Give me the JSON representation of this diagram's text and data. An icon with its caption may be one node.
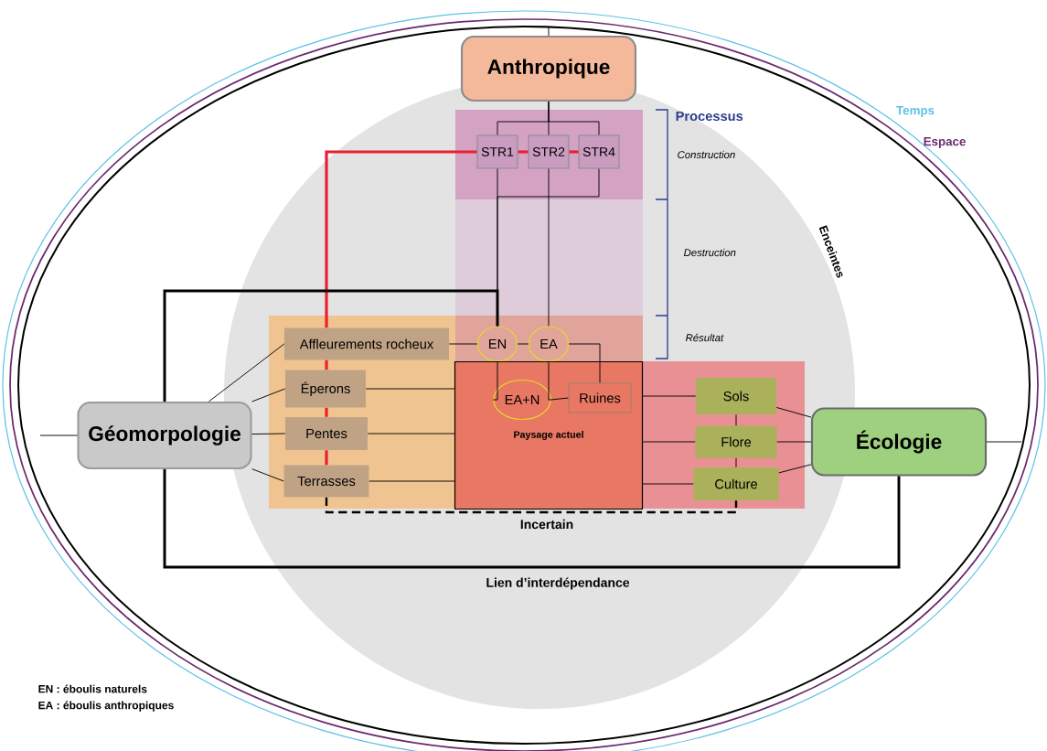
{
  "diagram": {
    "nodes": [
      {
        "text": [
          "Anthropique"
        ]
      },
      {
        "text": [
          "STR1"
        ]
      },
      {
        "text": [
          "STR2"
        ]
      },
      {
        "text": [
          "STR4"
        ]
      },
      {
        "text": [
          "Affleurements rocheux"
        ]
      },
      {
        "text": [
          "EN"
        ]
      },
      {
        "text": [
          "EA"
        ]
      },
      {
        "text": [
          "Paysage actuel"
        ]
      },
      {
        "text": [
          "EA+N"
        ],
        "in": 7
      },
      {
        "text": [
          "Ruines"
        ],
        "in": 7
      },
      {
        "text": [
          "Éperons"
        ]
      },
      {
        "text": [
          "Pentes"
        ]
      },
      {
        "text": [
          "Terrasses"
        ]
      },
      {
        "text": [
          "Sols"
        ]
      },
      {
        "text": [
          "Flore"
        ]
      },
      {
        "text": [
          "Culture"
        ]
      },
      {
        "text": [
          "Géomorpologie"
        ]
      },
      {
        "text": [
          "Écologie"
        ]
      }
    ],
    "edges": [
      {
        "from": 0,
        "to": 1,
        "arrow": "none"
      },
      {
        "from": 0,
        "to": 2,
        "arrow": "none"
      },
      {
        "from": 0,
        "to": 3,
        "arrow": "none"
      },
      {
        "from": 1,
        "to": 2,
        "arrow": "none",
        "style": "thick",
        "color": "#e8202f"
      },
      {
        "from": 2,
        "to": 3,
        "arrow": "none",
        "style": "thick",
        "color": "#e8202f"
      },
      {
        "from": 1,
        "to": 4,
        "arrow": "none",
        "style": "thick",
        "color": "#e8202f"
      },
      {
        "from": 4,
        "to": 10,
        "arrow": "none",
        "style": "thick",
        "color": "#e8202f"
      },
      {
        "from": 10,
        "to": 11,
        "arrow": "none",
        "style": "thick",
        "color": "#e8202f"
      },
      {
        "from": 11,
        "to": 12,
        "arrow": "none",
        "style": "thick",
        "color": "#e8202f"
      },
      {
        "from": 1,
        "to": 5,
        "arrow": "none"
      },
      {
        "from": 2,
        "to": 6,
        "arrow": "none"
      },
      {
        "from": 3,
        "to": 5,
        "arrow": "none"
      },
      {
        "from": 4,
        "to": 5,
        "arrow": "none"
      },
      {
        "from": 5,
        "to": 6,
        "arrow": "none"
      },
      {
        "from": 6,
        "to": 9,
        "arrow": "none"
      },
      {
        "from": 5,
        "to": 8,
        "arrow": "none"
      },
      {
        "from": 6,
        "to": 8,
        "arrow": "none"
      },
      {
        "from": 8,
        "to": 9,
        "arrow": "none"
      },
      {
        "from": 10,
        "to": 7,
        "arrow": "none"
      },
      {
        "from": 11,
        "to": 7,
        "arrow": "none"
      },
      {
        "from": 12,
        "to": 7,
        "arrow": "none"
      },
      {
        "from": 7,
        "to": 13,
        "arrow": "none"
      },
      {
        "from": 7,
        "to": 14,
        "arrow": "none"
      },
      {
        "from": 7,
        "to": 15,
        "arrow": "none"
      },
      {
        "from": 13,
        "to": 14,
        "arrow": "none"
      },
      {
        "from": 14,
        "to": 15,
        "arrow": "none"
      },
      {
        "from": 16,
        "to": 4,
        "arrow": "none"
      },
      {
        "from": 16,
        "to": 10,
        "arrow": "none"
      },
      {
        "from": 16,
        "to": 11,
        "arrow": "none"
      },
      {
        "from": 16,
        "to": 12,
        "arrow": "none"
      },
      {
        "from": 13,
        "to": 17,
        "arrow": "none"
      },
      {
        "from": 14,
        "to": 17,
        "arrow": "none"
      },
      {
        "from": 15,
        "to": 17,
        "arrow": "none"
      },
      {
        "from": 12,
        "to": 15,
        "arrow": "none",
        "style": "dashed",
        "label": "Incertain"
      },
      {
        "from": 16,
        "to": 5,
        "arrow": "none",
        "style": "thick"
      },
      {
        "from": 16,
        "to": 17,
        "arrow": "none",
        "style": "thick",
        "label": "Lien d’interdépendance"
      },
      {
        "from": 0,
        "to": null,
        "arrow": "none"
      },
      {
        "from": 16,
        "to": null,
        "arrow": "none"
      },
      {
        "from": 17,
        "to": null,
        "arrow": "none"
      }
    ],
    "labels": [
      "Processus",
      "Construction",
      "Destruction",
      "Résultat",
      "Enceintes",
      "Temps",
      "Espace",
      "EN : éboulis naturels",
      "EA : éboulis anthropiques"
    ]
  }
}
